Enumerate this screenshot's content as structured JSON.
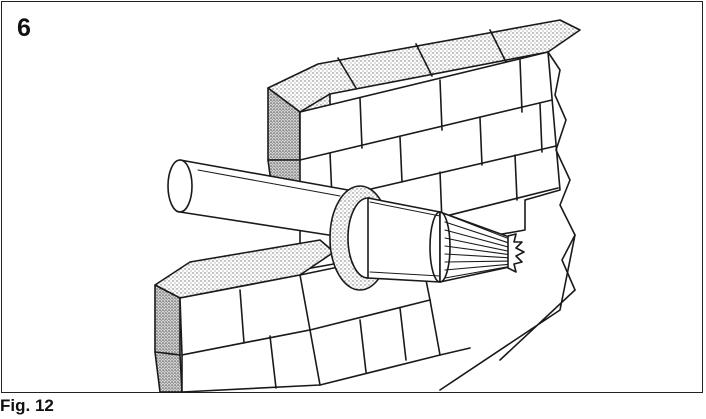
{
  "step_number": "6",
  "figure_caption": "Fig. 12",
  "illustration": {
    "icon": "flue-terminal-through-brick-wall-illustration",
    "colors": {
      "line": "#1a1a1a",
      "stipple": "#9a9a9a",
      "background": "#ffffff"
    }
  }
}
